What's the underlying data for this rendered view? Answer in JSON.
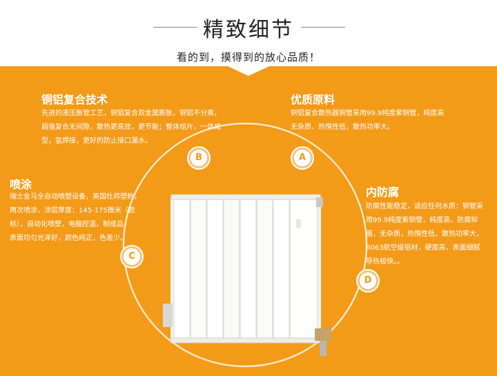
{
  "header": {
    "title": "精致细节",
    "subtitle": "看的到，摸得到的放心品质！"
  },
  "sections": {
    "copper_aluminum": {
      "title": "铜铝复合技术",
      "lines": [
        "先进的液压胀管工艺，铜铝复合双金属膨胀，铜铝不分离，",
        "超强复合无间隙，散热更高效，更节能；整体组片，一体成",
        "型，氩焊接，更好的防止接口漏水。"
      ]
    },
    "materials": {
      "title": "优质原料",
      "lines": [
        "铜铝复合散热器铜管采用99.9纯度紫铜管，纯度高",
        "无杂质、热惰性低，散热功率大。"
      ]
    },
    "spray": {
      "title": "喷涂",
      "lines": [
        "瑞士金马全自动喷塑设备，美国杜邦塑粉，",
        "两次喷涂，涂层厚度：145-175微米（欧",
        "标），自动化喷塑，电脑控温，制成品",
        "表面均匀光泽好，颜色纯正，色差少。"
      ]
    },
    "anticorrosion": {
      "title": "内防腐",
      "lines": [
        "防腐性能稳定，适应任何水质：铜管采",
        "用99.9纯度紫铜管，纯度高，防腐抑",
        "菌，无杂质，热惰性低，散热功率大，",
        "6063航空级铝材，硬度高，表面细腻",
        "导热极快。。"
      ]
    }
  },
  "badges": {
    "a": "A",
    "b": "B",
    "c": "C",
    "d": "D"
  },
  "colors": {
    "background": "#f39a18",
    "ring": "#ffe9c4",
    "text": "#ffffff"
  }
}
